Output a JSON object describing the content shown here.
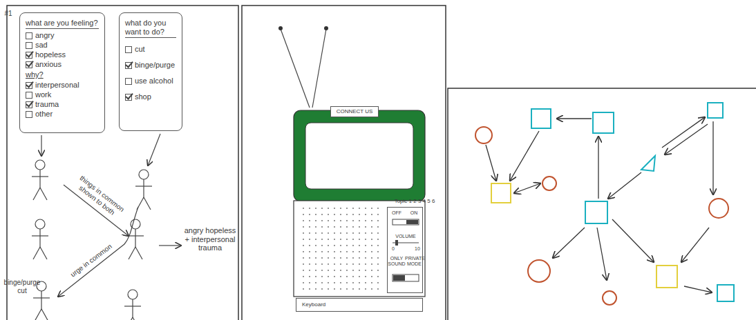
{
  "diagram": {
    "nodes": [
      {
        "text": [
          "what are you feeling?",
          "angry",
          "sad",
          "hopeless",
          "anxious",
          "why?",
          "interpersonal",
          "work",
          "trauma",
          "other"
        ]
      },
      {
        "text": [
          "what do you want to do?",
          "cut",
          "binge/purge",
          "use alcohol",
          "shop"
        ]
      },
      {
        "text": [
          "CONNECT US"
        ]
      },
      {
        "text": [
          "OFF",
          "ON",
          "VOLUME",
          "0",
          "10",
          "ONLY SOUND",
          "PRIVATE MODE"
        ]
      },
      {
        "text": [
          "Keyboard"
        ]
      }
    ],
    "labels": [
      "#1",
      "things in common shown to both",
      "urge in common",
      "angry hopeless + interpersonal trauma",
      "binge/purge cut",
      "Topic 1 2 3 4 5 6"
    ]
  }
}
